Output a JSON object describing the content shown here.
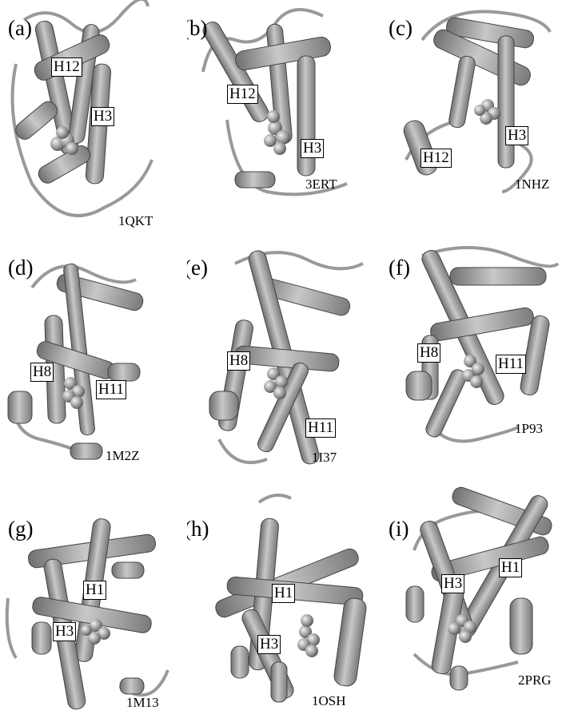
{
  "panels": [
    {
      "letter": "(a)",
      "pdb": "1QKT",
      "tags": [
        "H12",
        "H3"
      ]
    },
    {
      "letter": "(b)",
      "pdb": "3ERT",
      "tags": [
        "H12",
        "H3"
      ]
    },
    {
      "letter": "(c)",
      "pdb": "1NHZ",
      "tags": [
        "H3",
        "H12"
      ]
    },
    {
      "letter": "(d)",
      "pdb": "1M2Z",
      "tags": [
        "H8",
        "H11"
      ]
    },
    {
      "letter": "(e)",
      "pdb": "1I37",
      "tags": [
        "H8",
        "H11"
      ]
    },
    {
      "letter": "(f)",
      "pdb": "1P93",
      "tags": [
        "H8",
        "H11"
      ]
    },
    {
      "letter": "(g)",
      "pdb": "1M13",
      "tags": [
        "H1",
        "H3"
      ]
    },
    {
      "letter": "(h)",
      "pdb": "1OSH",
      "tags": [
        "H1",
        "H3"
      ]
    },
    {
      "letter": "(i)",
      "pdb": "2PRG",
      "tags": [
        "H3",
        "H1"
      ]
    }
  ]
}
